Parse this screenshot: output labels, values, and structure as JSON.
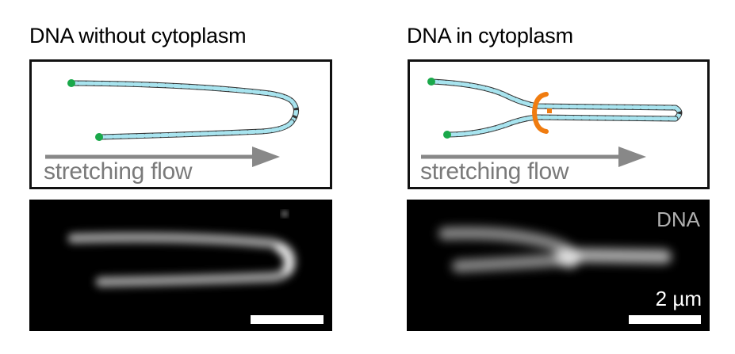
{
  "panels": [
    {
      "title": "DNA without cytoplasm",
      "schematic": {
        "flow_label": "stretching flow",
        "has_loop_extruder": false
      },
      "micrograph": {
        "channel_label": "",
        "scale_bar_label": ""
      }
    },
    {
      "title": "DNA in cytoplasm",
      "schematic": {
        "flow_label": "stretching flow",
        "has_loop_extruder": true
      },
      "micrograph": {
        "channel_label": "DNA",
        "scale_bar_label": "2 µm"
      }
    }
  ],
  "colors": {
    "dna_fill": "#a8e4ef",
    "dna_stroke": "#333333",
    "tether_bead": "#1aa84a",
    "extruder_ring": "#f07c10",
    "flow_arrow": "#888888",
    "flow_text": "#7a7a7a",
    "micrograph_bg": "#000000",
    "channel_label": "#b0b0b0"
  },
  "scale_bar": {
    "length_um": 2
  }
}
